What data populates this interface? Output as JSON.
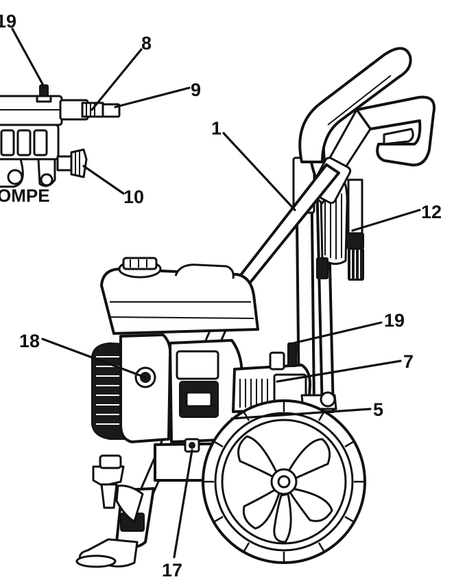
{
  "section_label": "OMPE",
  "callouts": {
    "c19_top": "19",
    "c8": "8",
    "c9": "9",
    "c10": "10",
    "c1": "1",
    "c12": "12",
    "c18": "18",
    "c19_mid": "19",
    "c7": "7",
    "c5": "5",
    "c17": "17"
  }
}
